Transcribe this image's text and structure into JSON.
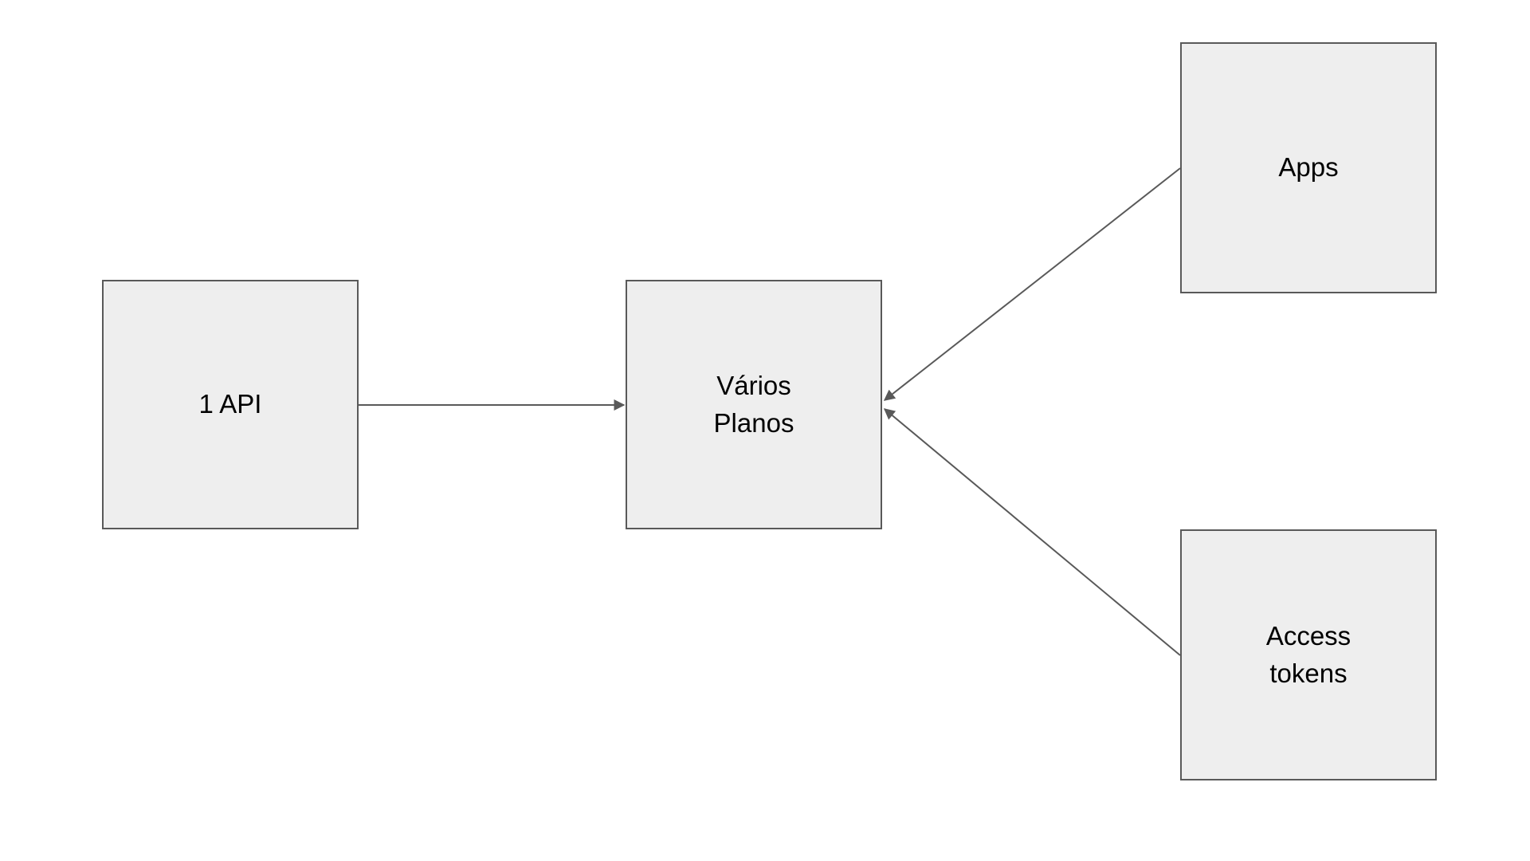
{
  "diagram": {
    "colors": {
      "background": "#ffffff",
      "node_fill": "#eeeeee",
      "node_border": "#595959",
      "connector": "#595959",
      "text": "#000000"
    },
    "nodes": [
      {
        "id": "api",
        "label": "1 API"
      },
      {
        "id": "varios-planos",
        "label": "Vários\nPlanos"
      },
      {
        "id": "apps",
        "label": "Apps"
      },
      {
        "id": "access-tokens",
        "label": "Access\ntokens"
      }
    ],
    "edges": [
      {
        "from": "api",
        "to": "varios-planos",
        "arrow": "end"
      },
      {
        "from": "apps",
        "to": "varios-planos",
        "arrow": "end"
      },
      {
        "from": "access-tokens",
        "to": "varios-planos",
        "arrow": "end"
      }
    ]
  }
}
